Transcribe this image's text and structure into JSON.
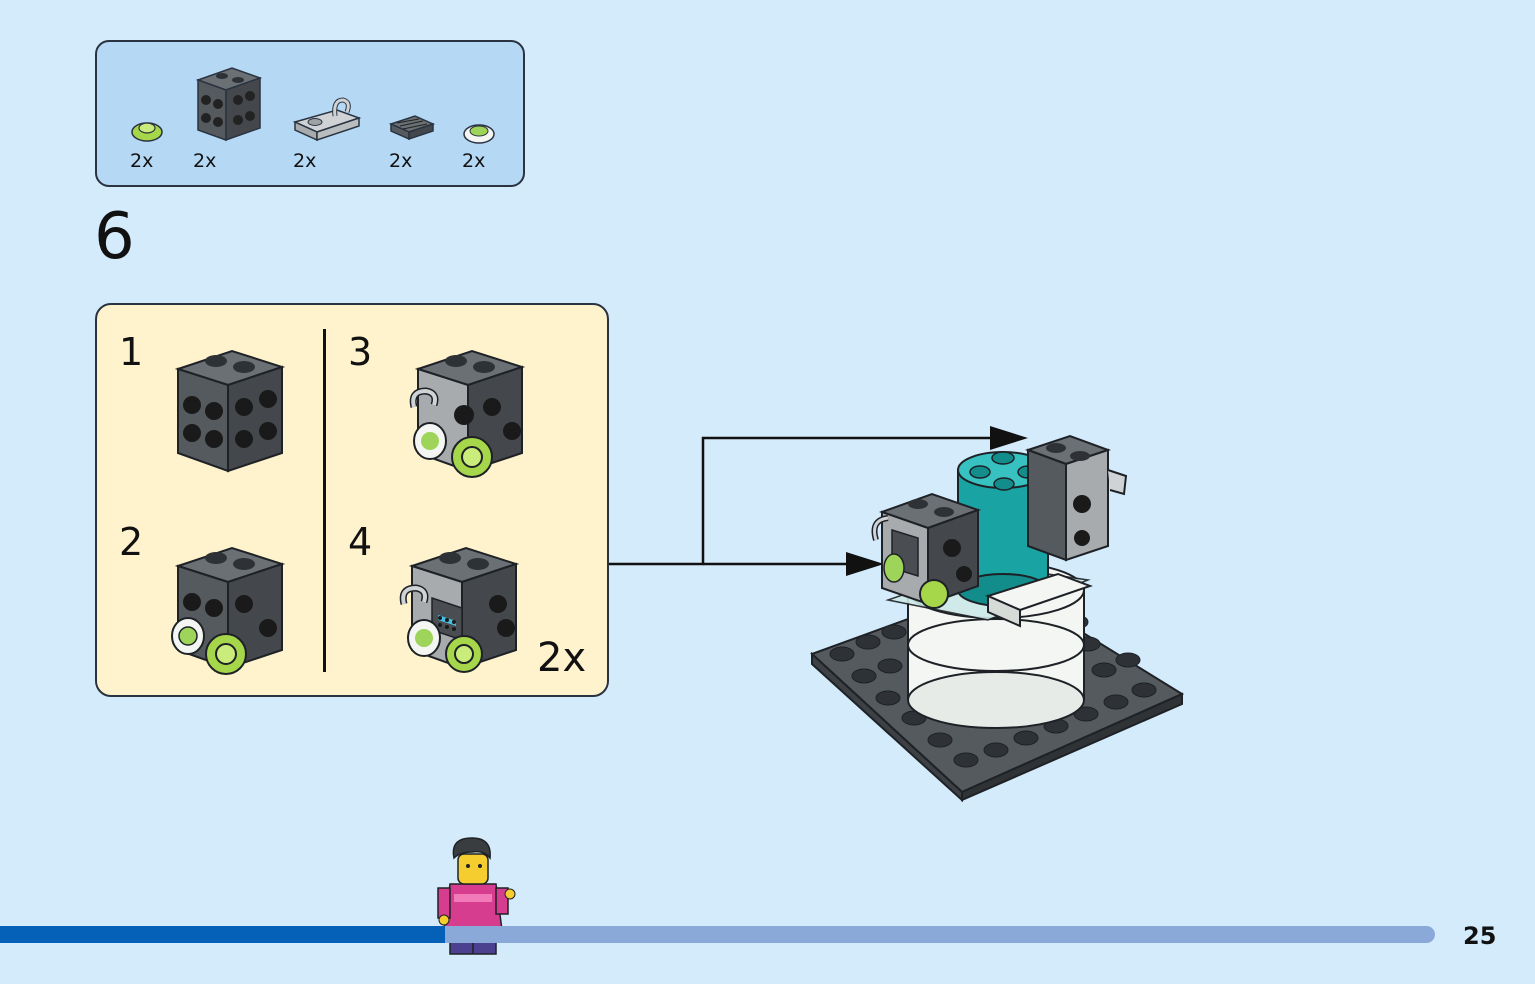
{
  "parts": [
    {
      "name": "round-plate-lime",
      "qty": "2x"
    },
    {
      "name": "brick-with-studs-on-sides",
      "qty": "2x"
    },
    {
      "name": "plate-with-clip",
      "qty": "2x"
    },
    {
      "name": "grille-tile",
      "qty": "2x"
    },
    {
      "name": "round-tile-printed",
      "qty": "2x"
    }
  ],
  "step": "6",
  "substeps": [
    "1",
    "2",
    "3",
    "4"
  ],
  "sub_multiplier": "2x",
  "page_number": "25",
  "progress": {
    "fraction": 0.31
  },
  "colors": {
    "background": "#d4ebfb",
    "parts_box": "#b5d8f5",
    "sub_box": "#fef3cd",
    "progress_fill": "#0461b7",
    "progress_track": "#8aa8d8",
    "dark_gray": "#555a5e",
    "lime": "#a6d64a",
    "teal": "#1aa3a3"
  }
}
